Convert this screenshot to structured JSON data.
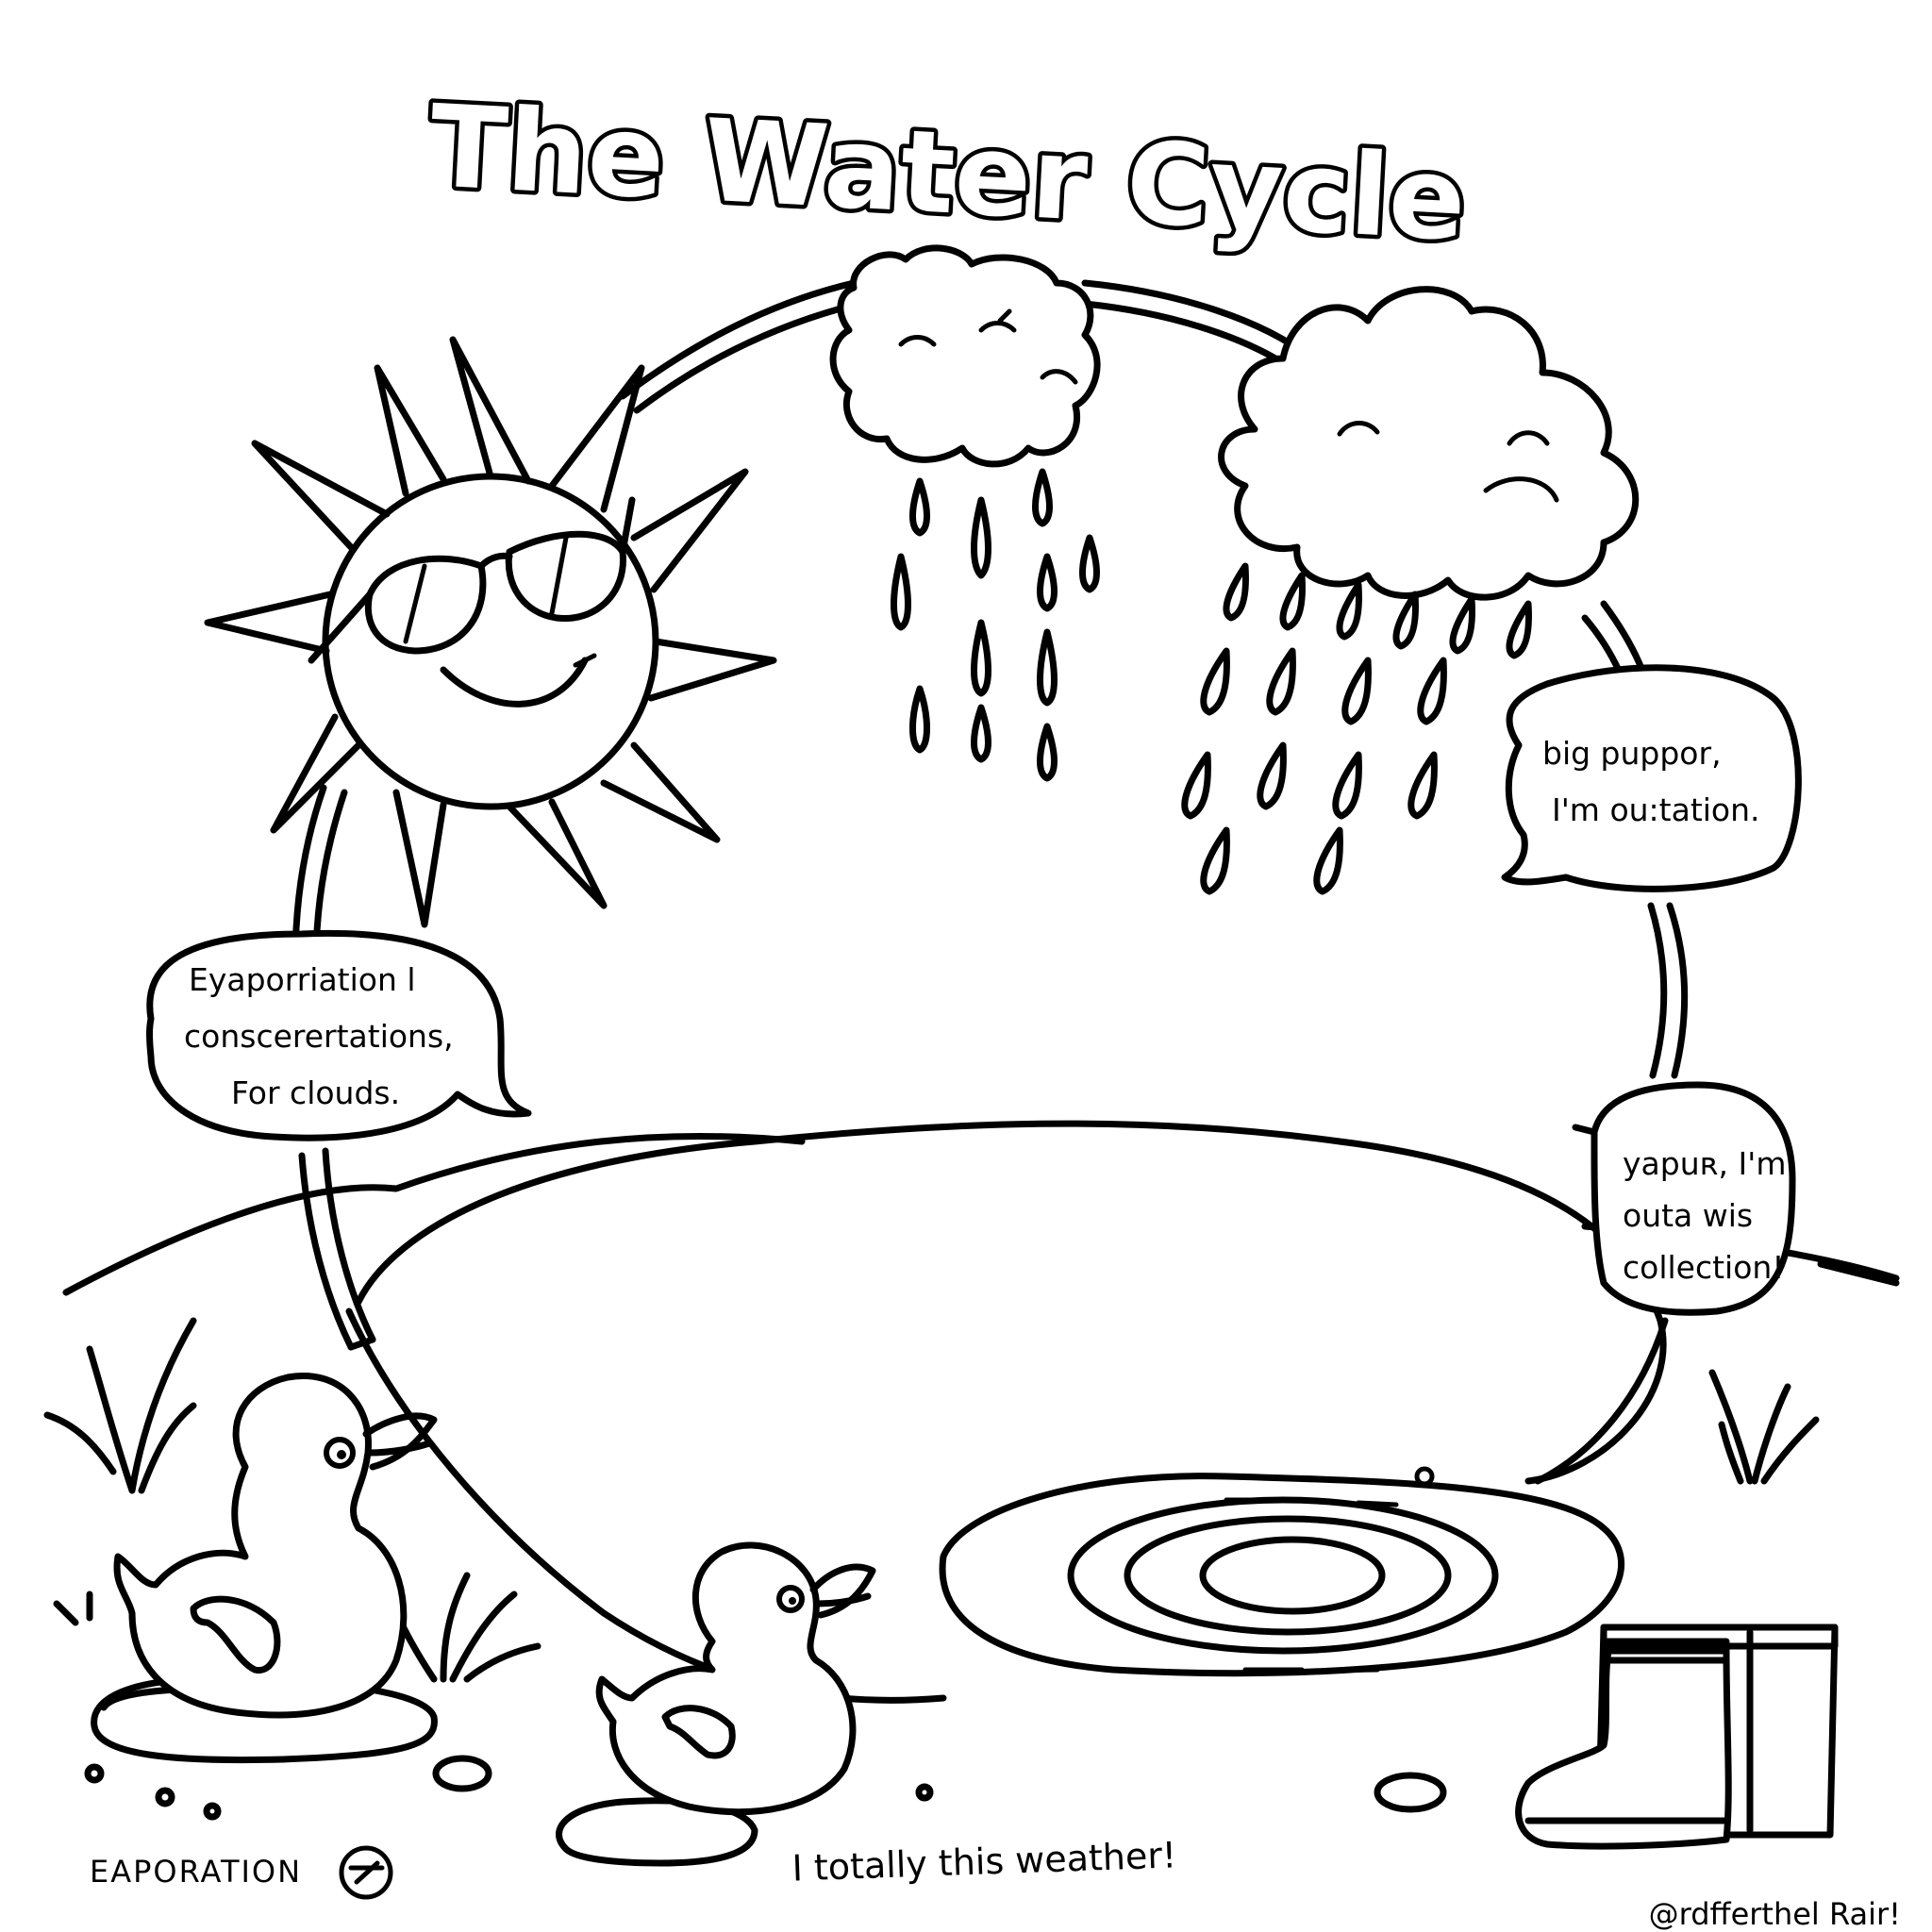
{
  "title": "The Water Cycle",
  "bubbles": {
    "evaporation": [
      "Eyaporriation l",
      "conscerertations,",
      "For clouds."
    ],
    "condensation": [
      "big puppor,",
      "I'm ou:tation."
    ],
    "collection": [
      "yapuʀ, I'm",
      "outa wis",
      "collection!"
    ]
  },
  "footer": {
    "left_label": "EAPORATION",
    "caption": "I  totally  this  weather!",
    "credit": "@rdfferthel Rair!"
  },
  "colors": {
    "ink": "#000000",
    "paper": "#ffffff"
  }
}
